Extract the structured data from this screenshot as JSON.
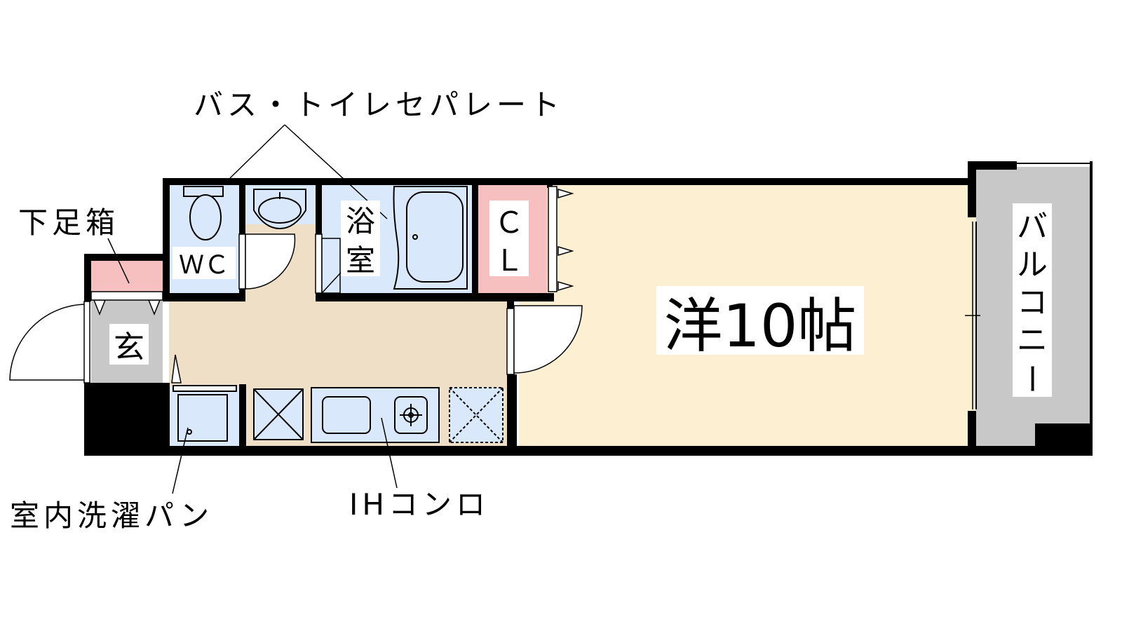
{
  "labels": {
    "bath_toilet_separate": "バス・トイレセパレート",
    "shoe_box": "下足箱",
    "wc": "ＷＣ",
    "bathroom_1": "浴",
    "bathroom_2": "室",
    "closet_1": "Ｃ",
    "closet_2": "Ｌ",
    "western_room": "洋10帖",
    "entrance": "玄",
    "balcony_1": "バ",
    "balcony_2": "ル",
    "balcony_3": "コ",
    "balcony_4": "ニ",
    "balcony_5": "ー",
    "laundry_pan": "室内洗濯パン",
    "ih_stove": "IHコンロ"
  },
  "colors": {
    "wall": "#000000",
    "western_room_floor": "#fdf0d2",
    "kitchen_floor": "#efdfc6",
    "wet_area": "#d9e9fb",
    "closet": "#f7c0c0",
    "balcony": "#c8c8c8",
    "entrance": "#c8c8c8"
  }
}
